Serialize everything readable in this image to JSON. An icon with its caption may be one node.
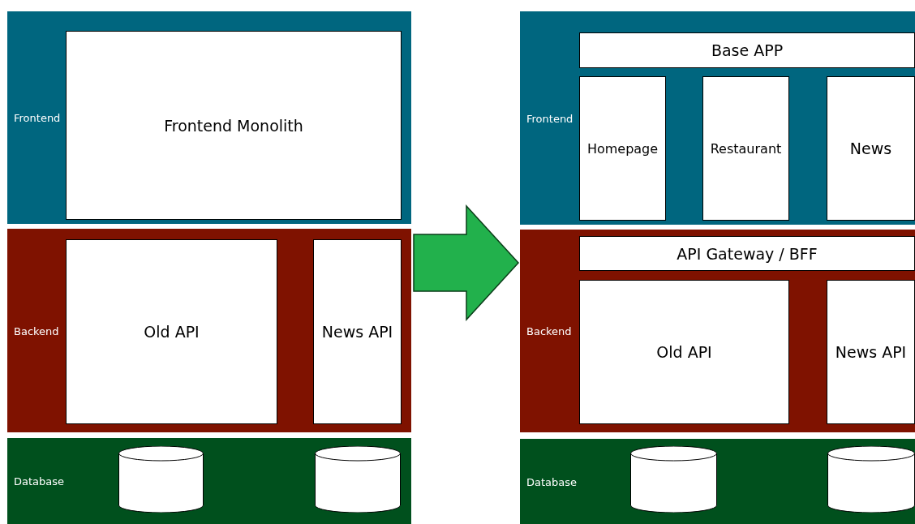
{
  "diagram": {
    "nodes": [
      {
        "text": [
          "Frontend"
        ]
      },
      {
        "text": [
          "Frontend Monolith"
        ],
        "in": 0
      },
      {
        "text": [
          "Backend"
        ]
      },
      {
        "text": [
          "Old API"
        ],
        "in": 2
      },
      {
        "text": [
          "News API"
        ],
        "in": 2
      },
      {
        "text": [
          "Database"
        ]
      },
      {
        "text": [],
        "shape": "cylinder",
        "in": 5
      },
      {
        "text": [],
        "shape": "cylinder",
        "in": 5
      },
      {
        "text": [
          "Frontend"
        ]
      },
      {
        "text": [
          "Base APP"
        ],
        "in": 8
      },
      {
        "text": [
          "Homepage"
        ],
        "in": 8
      },
      {
        "text": [
          "Restaurant"
        ],
        "in": 8
      },
      {
        "text": [
          "News"
        ],
        "in": 8
      },
      {
        "text": [
          "Backend"
        ]
      },
      {
        "text": [
          "API Gateway / BFF"
        ],
        "in": 13
      },
      {
        "text": [
          "Old API"
        ],
        "in": 13
      },
      {
        "text": [
          "News API"
        ],
        "in": 13
      },
      {
        "text": [
          "Database"
        ]
      },
      {
        "text": [],
        "shape": "cylinder",
        "in": 17
      },
      {
        "text": [],
        "shape": "cylinder",
        "in": 17
      }
    ],
    "edges": [
      {
        "from": 2,
        "to": 13,
        "arrow": "to",
        "style": "thick",
        "color": "#22b14c"
      }
    ]
  }
}
